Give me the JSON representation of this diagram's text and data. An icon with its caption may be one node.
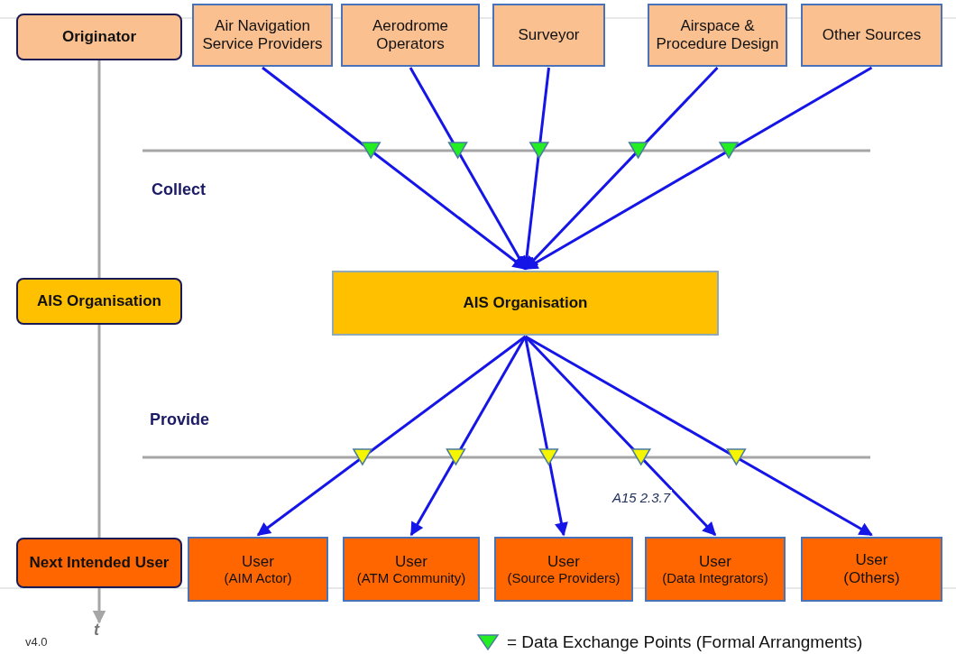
{
  "diagram": {
    "nodes": [
      {
        "text": [
          "Originator"
        ]
      },
      {
        "text": [
          "Air Navigation Service Providers"
        ]
      },
      {
        "text": [
          "Aerodrome Operators"
        ]
      },
      {
        "text": [
          "Surveyor"
        ]
      },
      {
        "text": [
          "Airspace & Procedure Design"
        ]
      },
      {
        "text": [
          "Other Sources"
        ]
      },
      {
        "text": [
          "AIS Organisation"
        ]
      },
      {
        "text": [
          "AIS Organisation"
        ]
      },
      {
        "text": [
          "Next Intended User"
        ]
      },
      {
        "text": [
          "User",
          "(AIM Actor)"
        ]
      },
      {
        "text": [
          "User",
          "(ATM Community)"
        ]
      },
      {
        "text": [
          "User",
          "(Source Providers)"
        ]
      },
      {
        "text": [
          "User",
          "(Data Integrators)"
        ]
      },
      {
        "text": [
          "User",
          "(Others)"
        ]
      }
    ],
    "edges": [
      {
        "from": 1,
        "to": 7,
        "arrow": "to"
      },
      {
        "from": 2,
        "to": 7,
        "arrow": "to"
      },
      {
        "from": 3,
        "to": 7,
        "arrow": "to"
      },
      {
        "from": 4,
        "to": 7,
        "arrow": "to"
      },
      {
        "from": 5,
        "to": 7,
        "arrow": "to"
      },
      {
        "from": 7,
        "to": 9,
        "arrow": "to"
      },
      {
        "from": 7,
        "to": 10,
        "arrow": "to"
      },
      {
        "from": 7,
        "to": 11,
        "arrow": "to"
      },
      {
        "from": 7,
        "to": 12,
        "arrow": "to",
        "label": "A15 2.3.7"
      },
      {
        "from": 7,
        "to": 13,
        "arrow": "to"
      }
    ],
    "labels": [
      "Collect",
      "Provide",
      "t",
      "v4.0"
    ],
    "legend": [
      {
        "text": "= Data Exchange Points (Formal Arrangments)"
      }
    ]
  }
}
